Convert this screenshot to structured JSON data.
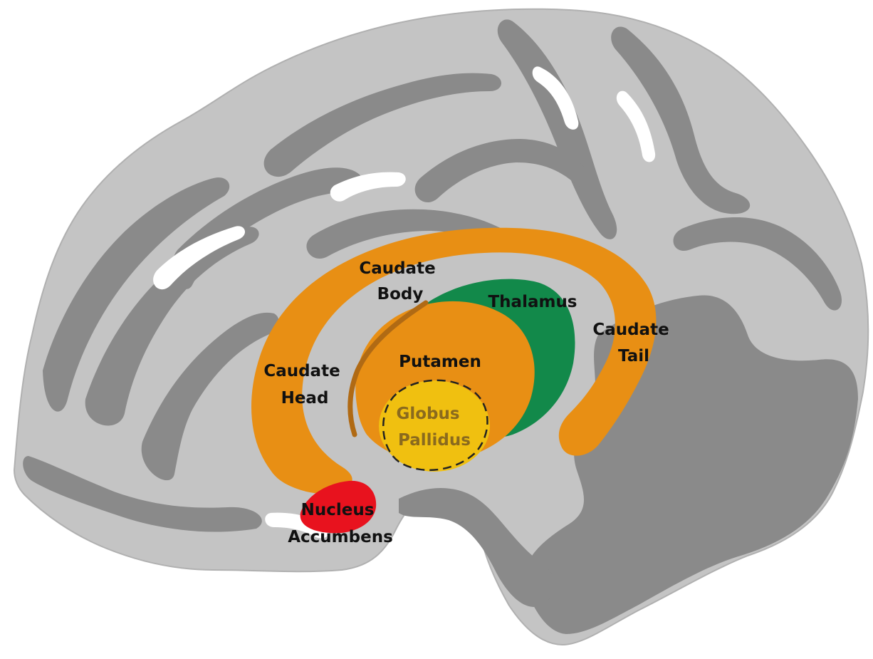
{
  "colors": {
    "background": "#ffffff",
    "cortex_light": "#c4c4c4",
    "sulcus_dark": "#8a8a8a",
    "caudate_putamen": "#e88f14",
    "thalamus": "#12894a",
    "globus_pallidus": "#f0c010",
    "nucleus_accumbens": "#e8121e",
    "label_dark": "#111111",
    "label_muted": "#8a6a1e"
  },
  "labels": {
    "caudate_body": [
      "Caudate",
      "Body"
    ],
    "thalamus": "Thalamus",
    "caudate_tail": [
      "Caudate",
      "Tail"
    ],
    "caudate_head": [
      "Caudate",
      "Head"
    ],
    "putamen": "Putamen",
    "globus_pallidus": [
      "Globus",
      "Pallidus"
    ],
    "nucleus_accumbens": [
      "Nucleus",
      "Accumbens"
    ]
  }
}
